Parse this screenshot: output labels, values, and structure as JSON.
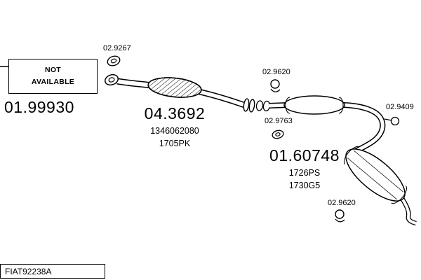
{
  "diagram": {
    "footer_code": "FIAT92238A",
    "not_available": "NOT\nAVAILABLE",
    "left_part_number": "01.99930",
    "catalyst": {
      "part_number": "04.3692",
      "ref1": "1346062080",
      "ref2": "1705PK"
    },
    "rear_muffler": {
      "part_number": "01.60748",
      "ref1": "1726PS",
      "ref2": "1730G5"
    },
    "small_parts": {
      "front_gasket": "02.9267",
      "hanger_top": "02.9620",
      "mid_gasket": "02.9763",
      "right_hanger": "02.9409",
      "bottom_hanger": "02.9620"
    },
    "colors": {
      "line": "#000000",
      "background": "#ffffff"
    }
  }
}
